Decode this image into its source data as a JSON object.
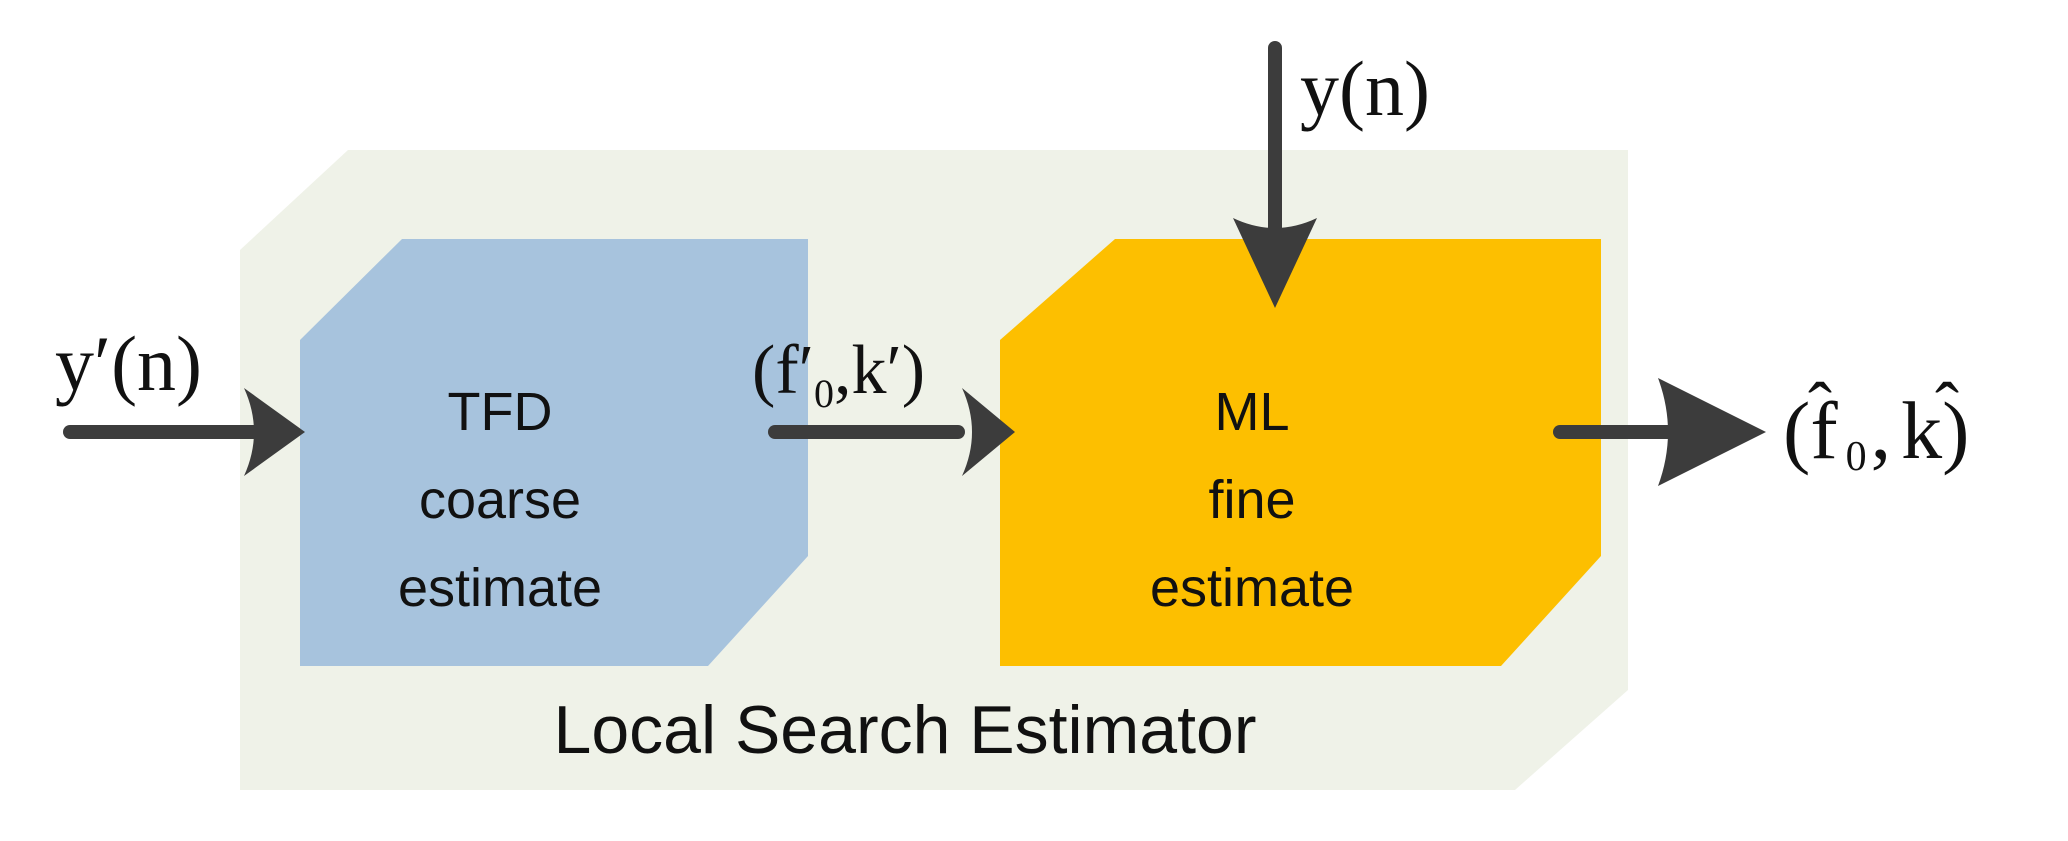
{
  "diagram": {
    "container": {
      "label": "Local Search Estimator",
      "fill": "#eff2e8"
    },
    "blocks": [
      {
        "id": "tfd",
        "lines": [
          "TFD",
          "coarse",
          "estimate"
        ],
        "fill": "#a7c3dd"
      },
      {
        "id": "ml",
        "lines": [
          "ML",
          "fine",
          "estimate"
        ],
        "fill": "#fdbf00"
      }
    ],
    "signals": {
      "input_prime": {
        "base": "y",
        "prime": "′",
        "arg": "(n)"
      },
      "input": {
        "text": "y(n)"
      },
      "intermediate": {
        "open": "(",
        "f": "f",
        "sub": "0",
        "prime1": "′",
        "comma": ",",
        "k": "k",
        "prime2": "′",
        "close": ")"
      },
      "output": {
        "open": "(",
        "f": "f",
        "hat": "ˆ",
        "sub": "0",
        "comma": ",",
        "k": "k",
        "close": ")"
      }
    },
    "arrow_color": "#3c3c3c"
  }
}
